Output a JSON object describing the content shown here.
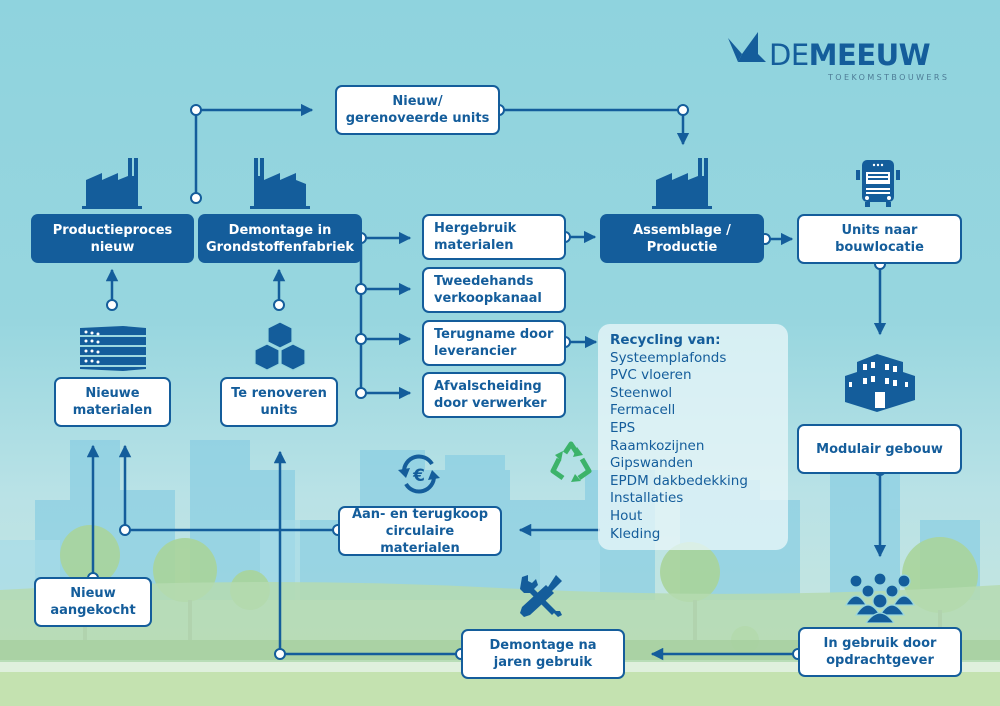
{
  "brand": {
    "name_light": "DE",
    "name_bold": "MEEUW",
    "tagline": "TOEKOMSTBOUWERS",
    "primary_color": "#145d9b",
    "recycle_color": "#3cb36a"
  },
  "nodes": {
    "nieuw_gerenoveerde_units": "Nieuw/\ngerenoveerde units",
    "productieproces_nieuw": "Productieproces\nnieuw",
    "demontage_grondstoffenfabriek": "Demontage in\nGrondstoffenfabriek",
    "hergebruik_materialen": "Hergebruik\nmaterialen",
    "tweedehands_verkoopkanaal": "Tweedehands\nverkoopkanaal",
    "terugname_leverancier": "Terugname door\nleverancier",
    "afvalscheiding_verwerker": "Afvalscheiding\ndoor verwerker",
    "assemblage_productie": "Assemblage /\nProductie",
    "units_naar_bouwlocatie": "Units naar\nbouwlocatie",
    "nieuwe_materialen": "Nieuwe\nmaterialen",
    "te_renoveren_units": "Te renoveren\nunits",
    "modulair_gebouw": "Modulair gebouw",
    "aan_terugkoop": "Aan- en terugkoop\ncirculaire materialen",
    "nieuw_aangekocht": "Nieuw\naangekocht",
    "demontage_na_gebruik": "Demontage na\njaren gebruik",
    "in_gebruik_opdrachtgever": "In gebruik door\nopdrachtgever"
  },
  "recycling": {
    "title": "Recycling van:",
    "items": [
      "Systeemplafonds",
      "PVC vloeren",
      "Steenwol",
      "Fermacell",
      "EPS",
      "Raamkozijnen",
      "Gipswanden",
      "EPDM dakbedekking",
      "Installaties",
      "Hout",
      "Kleding"
    ]
  },
  "icons": {
    "factory_productie": "factory-icon",
    "factory_demontage": "factory-icon",
    "factory_assemblage": "factory-icon",
    "truck": "truck-icon",
    "materials_stack": "stacked-panels-icon",
    "cubes": "cubes-icon",
    "building": "building-icon",
    "people": "group-icon",
    "euro_cycle": "euro-cycle-icon",
    "recycle": "recycle-icon",
    "tools": "wrench-screwdriver-icon"
  }
}
